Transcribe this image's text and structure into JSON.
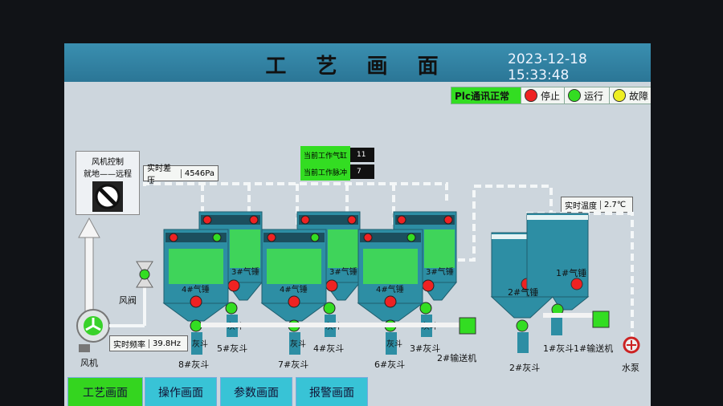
{
  "header": {
    "title": "工 艺 画 面",
    "datetime": "2023-12-18 15:33:48"
  },
  "status_legend": {
    "plc": "Plc通讯正常",
    "stop": "停止",
    "run": "运行",
    "fault": "故障",
    "colors": {
      "stop": "#ee2222",
      "run": "#33dd22",
      "fault": "#eeee22",
      "plc": "#33dd22"
    }
  },
  "fan_control": {
    "line1": "风机控制",
    "line2": "就地——远程"
  },
  "readouts": {
    "pressure_label": "实时差压",
    "pressure_value": "4546Pa",
    "freq_label": "实时频率",
    "freq_value": "39.8Hz",
    "temp_label": "实时温度",
    "temp_value": "2.7℃",
    "chamber_label": "当前工作气缸",
    "chamber_value": "11",
    "pulse_label": "当前工作脉冲",
    "pulse_value": "7"
  },
  "labels": {
    "fan": "风机",
    "valve": "风阀",
    "hopper8": "8#灰斗",
    "hopper7": "7#灰斗",
    "hopper6": "6#灰斗",
    "hopper5": "5#灰斗",
    "hopper4": "4#灰斗",
    "hopper3": "3#灰斗",
    "hopper2": "2#灰斗",
    "hopper1": "1#灰斗",
    "conveyor2": "2#输送机",
    "conveyor1": "1#输送机",
    "pump": "水泵",
    "cyl4a": "4#气锤",
    "cyl3a": "3#气锤",
    "cyl4b": "4#气锤",
    "cyl3b": "3#气锤",
    "cyl4c": "4#气锤",
    "cyl3c": "3#气锤",
    "cyl2": "2#气锤",
    "cyl1": "1#气锤",
    "ash": "灰斗"
  },
  "nav": {
    "process": "工艺画面",
    "operate": "操作画面",
    "params": "参数画面",
    "alarm": "报警画面"
  }
}
